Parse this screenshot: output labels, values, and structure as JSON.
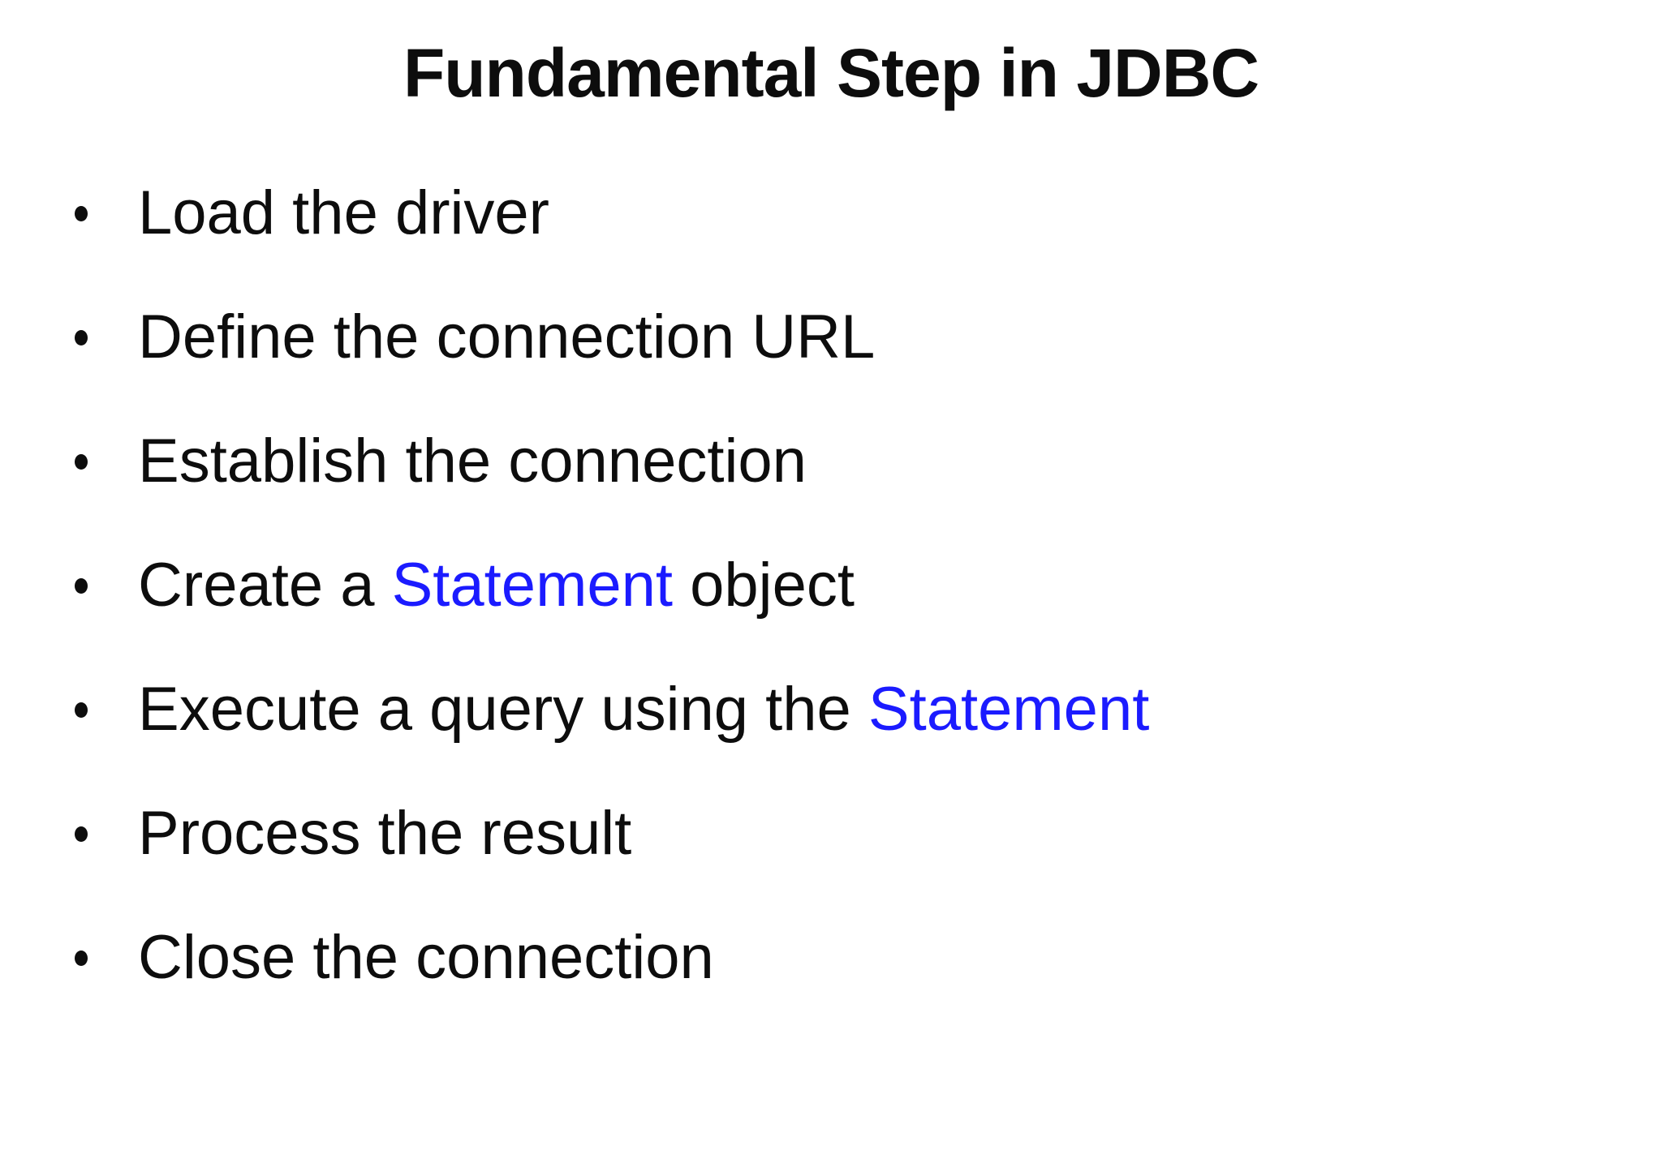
{
  "slide": {
    "title": "Fundamental Step in JDBC",
    "bullets": [
      {
        "segments": [
          {
            "text": "Load the driver",
            "style": "normal"
          }
        ]
      },
      {
        "segments": [
          {
            "text": "Define the connection URL",
            "style": "normal"
          }
        ]
      },
      {
        "segments": [
          {
            "text": "Establish the connection",
            "style": "normal"
          }
        ]
      },
      {
        "segments": [
          {
            "text": "Create a ",
            "style": "normal"
          },
          {
            "text": "Statement",
            "style": "blue"
          },
          {
            "text": " object",
            "style": "normal"
          }
        ]
      },
      {
        "segments": [
          {
            "text": "Execute a query using the ",
            "style": "normal"
          },
          {
            "text": "Statement",
            "style": "blue"
          }
        ]
      },
      {
        "segments": [
          {
            "text": "Process the result",
            "style": "normal"
          }
        ]
      },
      {
        "segments": [
          {
            "text": "Close the connection",
            "style": "normal"
          }
        ]
      }
    ],
    "colors": {
      "text": "#0d0d0d",
      "highlight_blue": "#1b1bff",
      "background": "#ffffff"
    }
  }
}
